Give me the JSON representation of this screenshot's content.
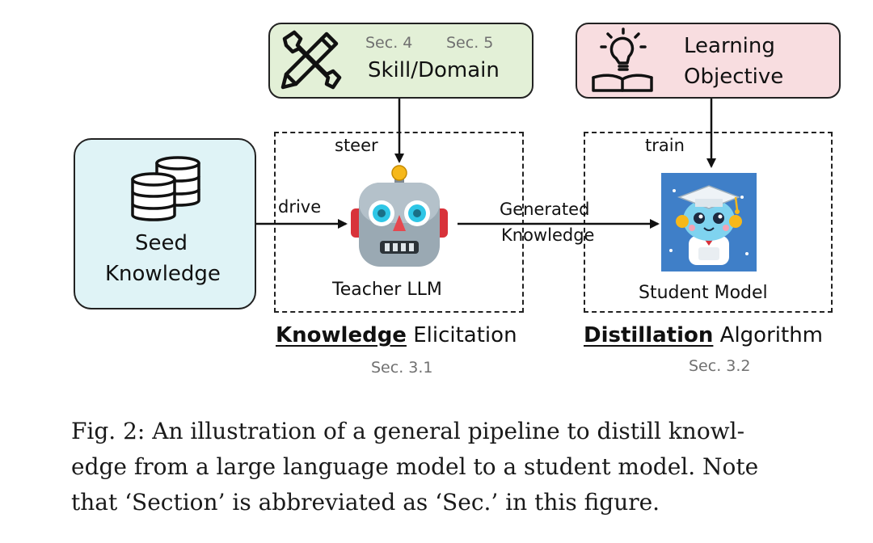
{
  "skill_box": {
    "sec_a": "Sec. 4",
    "sec_b": "Sec. 5",
    "label": "Skill/Domain"
  },
  "learning_box": {
    "line1": "Learning",
    "line2": "Objective"
  },
  "seed_box": {
    "line1": "Seed",
    "line2": "Knowledge"
  },
  "arrows": {
    "steer": "steer",
    "drive": "drive",
    "generated_line1": "Generated",
    "generated_line2": "Knowledge",
    "train": "train"
  },
  "teacher": {
    "label": "Teacher LLM"
  },
  "student": {
    "label": "Student Model"
  },
  "elicitation": {
    "bold": "Knowledge",
    "rest": " Elicitation",
    "sec": "Sec. 3.1"
  },
  "distillation": {
    "bold": "Distillation",
    "rest": " Algorithm",
    "sec": "Sec. 3.2"
  },
  "caption": {
    "text": "Fig. 2: An illustration of a general pipeline to distill knowl-\nedge from a large language model to a student model. Note\nthat ‘Section’ is abbreviated as ‘Sec.’ in this figure."
  },
  "colors": {
    "skill_fill": "#e3f0d7",
    "learning_fill": "#f8dde0",
    "seed_fill": "#dff3f6",
    "robot_body": "#9aa9b3",
    "robot_eye": "#2ec6e6",
    "robot_ear": "#d8323a",
    "student_bg": "#3f7fc8"
  }
}
